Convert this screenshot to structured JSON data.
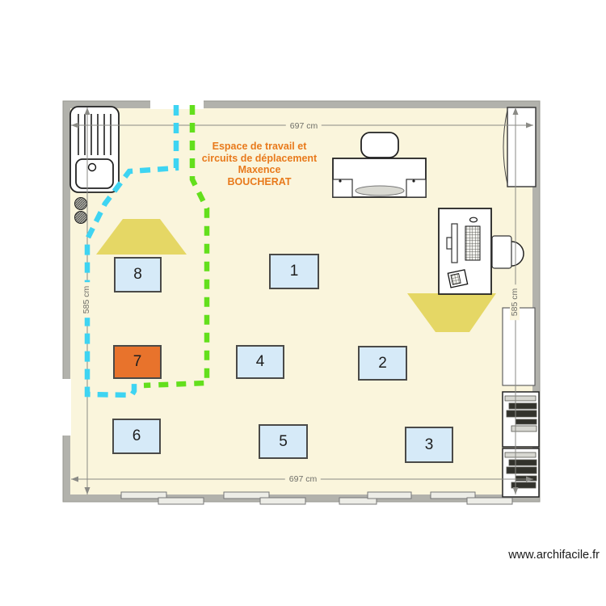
{
  "plan": {
    "title_lines": [
      "Espace de travail et",
      "circuits de déplacement",
      "Maxence",
      "BOUCHERAT"
    ],
    "dimensions": {
      "top": "697 cm",
      "bottom": "697 cm",
      "left": "585 cm",
      "right": "585 cm"
    },
    "room": {
      "width_cm": 697,
      "height_cm": 585
    },
    "tables": [
      {
        "label": "1",
        "highlighted": false
      },
      {
        "label": "2",
        "highlighted": false
      },
      {
        "label": "3",
        "highlighted": false
      },
      {
        "label": "4",
        "highlighted": false
      },
      {
        "label": "5",
        "highlighted": false
      },
      {
        "label": "6",
        "highlighted": false
      },
      {
        "label": "7",
        "highlighted": true
      },
      {
        "label": "8",
        "highlighted": false
      }
    ],
    "paths": [
      {
        "name": "circulation-path-1",
        "color": "#3ED4F2",
        "style": "dashed"
      },
      {
        "name": "circulation-path-2",
        "color": "#63DF1C",
        "style": "dashed"
      }
    ]
  },
  "watermark": "www.archifacile.fr",
  "colors": {
    "floor": "#FAF5DC",
    "wall": "#B2B2AC",
    "table_blue": "#D6EAF8",
    "table_orange": "#E8732C",
    "path_cyan": "#3ED4F2",
    "path_green": "#63DF1C",
    "beam_yellow": "#E5D765",
    "title_orange": "#E87A1C",
    "dim_gray": "#6E6E68"
  }
}
